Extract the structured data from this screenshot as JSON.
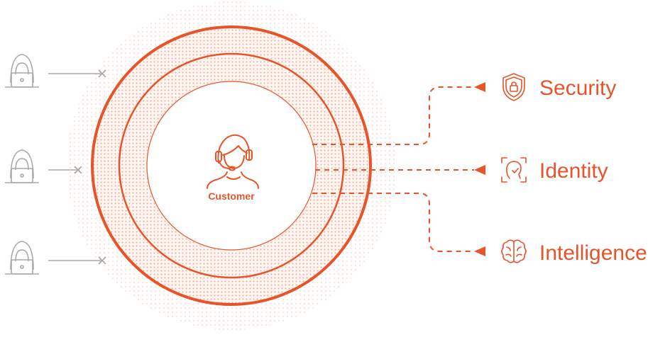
{
  "diagram": {
    "center_label": "Customer",
    "layers": [
      {
        "label": "Security",
        "icon": "shield-lock-icon"
      },
      {
        "label": "Identity",
        "icon": "face-scan-icon"
      },
      {
        "label": "Intelligence",
        "icon": "brain-icon"
      }
    ],
    "attackers": [
      {
        "icon": "hooded-hacker-laptop-icon",
        "status": "blocked"
      },
      {
        "icon": "hooded-hacker-laptop-icon",
        "status": "blocked"
      },
      {
        "icon": "hooded-hacker-laptop-icon",
        "status": "blocked"
      }
    ],
    "colors": {
      "accent": "#E8542A",
      "attacker": "#A9A9A9",
      "halo": "#F7B8A6",
      "ring_fill": "#FDEEE8"
    }
  }
}
